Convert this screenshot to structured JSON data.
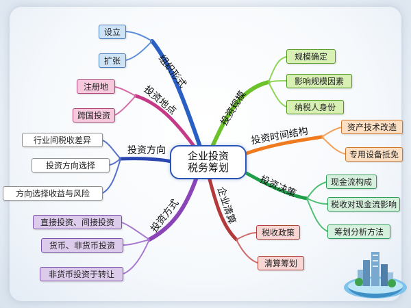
{
  "center": {
    "line1": "企业投资",
    "line2": "税务筹划"
  },
  "branches": {
    "org_form": {
      "label": "组织形式",
      "color": "#2a5fc4",
      "items": [
        "设立",
        "扩张"
      ]
    },
    "location": {
      "label": "投资地点",
      "color": "#c43a86",
      "items": [
        "注册地",
        "跨国投资"
      ]
    },
    "direction": {
      "label": "投资方向",
      "color": "#2a46b0",
      "items": [
        "行业间税收差异",
        "投资方向选择",
        "方向选择收益与风险"
      ]
    },
    "method": {
      "label": "投资方式",
      "color": "#8a44b8",
      "items": [
        "直接投资、间接投资",
        "货币、非货币投资",
        "非货币投资于转让"
      ]
    },
    "scale": {
      "label": "投资规模",
      "color": "#6cc22a",
      "items": [
        "规模确定",
        "影响规模因素",
        "纳税人身份"
      ]
    },
    "time": {
      "label": "投资时间结构",
      "color": "#f07a1e",
      "items": [
        "资产技术改造",
        "专用设备抵免"
      ]
    },
    "decision": {
      "label": "投资决策",
      "color": "#1f9e4a",
      "items": [
        "现金流构成",
        "税收对现金流影响",
        "筹划分析方法"
      ]
    },
    "liquidation": {
      "label": "企业清算",
      "color": "#b23a3a",
      "items": [
        "税收政策",
        "清算筹划"
      ]
    }
  }
}
